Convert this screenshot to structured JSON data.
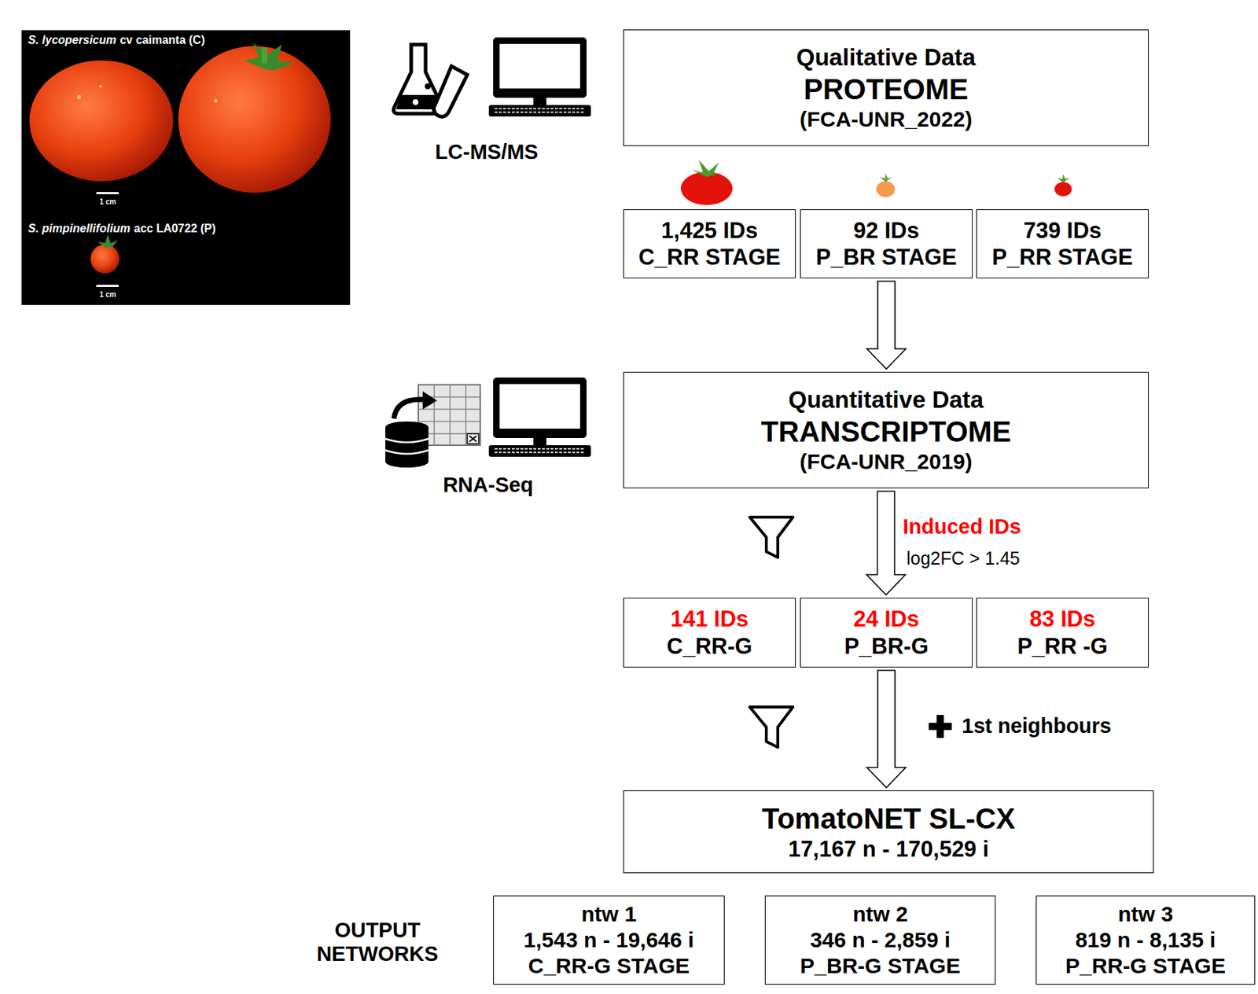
{
  "diagram": {
    "nodes": [
      {
        "text": [
          "Qualitative Data",
          "PROTEOME",
          "(FCA-UNR_2022)"
        ]
      },
      {
        "text": [
          "1,425 IDs",
          "C_RR STAGE"
        ]
      },
      {
        "text": [
          "92 IDs",
          "P_BR STAGE"
        ]
      },
      {
        "text": [
          "739 IDs",
          "P_RR STAGE"
        ]
      },
      {
        "text": [
          "Quantitative Data",
          "TRANSCRIPTOME",
          "(FCA-UNR_2019)"
        ]
      },
      {
        "text": [
          "141 IDs",
          "C_RR-G"
        ]
      },
      {
        "text": [
          "24 IDs",
          "P_BR-G"
        ]
      },
      {
        "text": [
          "83 IDs",
          "P_RR -G"
        ]
      },
      {
        "text": [
          "TomatoNET SL-CX",
          "17,167 n - 170,529 i"
        ]
      },
      {
        "text": [
          "ntw 1",
          "1,543 n - 19,646 i",
          "C_RR-G STAGE"
        ]
      },
      {
        "text": [
          "ntw 2",
          "346 n - 2,859 i",
          "P_BR-G STAGE"
        ]
      },
      {
        "text": [
          "ntw 3",
          "819 n - 8,135 i",
          "P_RR-G STAGE"
        ]
      }
    ],
    "edges": [
      {
        "from": 2,
        "to": 4,
        "arrow": "to"
      },
      {
        "from": 4,
        "to": 6,
        "arrow": "to"
      },
      {
        "from": 6,
        "to": 8,
        "arrow": "to"
      }
    ],
    "labels": [
      "S. lycopersicum",
      "cv caimanta (C)",
      "1 cm",
      "S. pimpinellifolium",
      "acc LA0722 (P)",
      "1 cm",
      "LC-MS/MS",
      "RNA-Seq",
      "Induced IDs",
      "log2FC > 1.45",
      "1st neighbours",
      "OUTPUT NETWORKS"
    ]
  }
}
